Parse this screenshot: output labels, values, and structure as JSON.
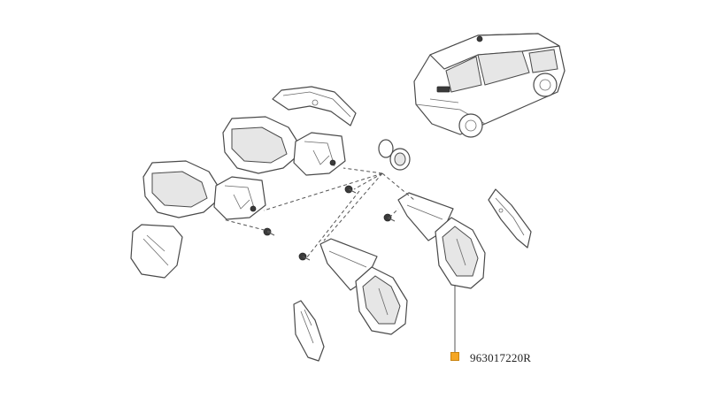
{
  "callouts": [
    {
      "part_number": "963017220R",
      "marker_color": "#f5a623"
    }
  ],
  "illustration": {
    "items": [
      "vehicle-hatchback",
      "mirror-assembly-left",
      "mirror-assembly-right",
      "mirror-glass",
      "mirror-cover",
      "mounting-screw",
      "grommet"
    ]
  }
}
